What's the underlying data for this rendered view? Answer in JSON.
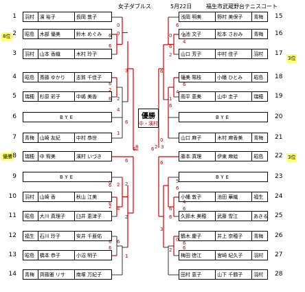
{
  "header": {
    "event": "女子ダブルス",
    "date": "5月22日",
    "venue": "福生市武蔵野台テニスコート"
  },
  "final_result": {
    "label": "優勝",
    "winner": "中・濱村"
  },
  "left_entries": [
    {
      "no": "1",
      "club": "羽村",
      "p1": "濱 裕子",
      "p2": "長岡 敦子"
    },
    {
      "no": "2",
      "club": "昭島",
      "p1": "木部 優美",
      "p2": "鈴木 めぐみ"
    },
    {
      "no": "3",
      "club": "羽村",
      "p1": "山本 香織",
      "p2": "木村 玲子"
    },
    {
      "no": "4",
      "club": "昭島",
      "p1": "斎藤 ゆかり",
      "p2": "志賀 千佳子"
    },
    {
      "no": "5",
      "club": "瑞穂",
      "p1": "杉原 彩子",
      "p2": "中嶋 美香"
    },
    {
      "no": "6",
      "club": "",
      "p1": "",
      "p2": "",
      "bye": "BYE"
    },
    {
      "no": "7",
      "club": "青梅",
      "p1": "山崎 友紀",
      "p2": "中村 恭世"
    },
    {
      "no": "8",
      "club": "瑞穂",
      "p1": "中 宥美",
      "p2": "濱村 いづき"
    },
    {
      "no": "9",
      "club": "",
      "p1": "",
      "p2": "",
      "bye": "BYE"
    },
    {
      "no": "10",
      "club": "羽村",
      "p1": "山崎 香",
      "p2": "秋山 江美"
    },
    {
      "no": "11",
      "club": "昭島",
      "p1": "大川 真理子",
      "p2": "臼井 恵津子"
    },
    {
      "no": "12",
      "club": "福生",
      "p1": "石川 玲子",
      "p2": "安井 千亜佑"
    },
    {
      "no": "13",
      "club": "昭島",
      "p1": "橋本 恭子",
      "p2": "小沼 明子"
    },
    {
      "no": "14",
      "club": "青梅",
      "p1": "齊藤雅 リサ",
      "p2": "南塚 万紀子"
    }
  ],
  "right_entries": [
    {
      "no": "15",
      "club": "青梅",
      "p1": "浅岡 明美",
      "p2": "野村 美保子"
    },
    {
      "no": "16",
      "club": "青梅",
      "p1": "小池 文子",
      "p2": "松本 さおみ"
    },
    {
      "no": "17",
      "club": "羽村",
      "p1": "山口 芳子",
      "p2": "中村 佳子"
    },
    {
      "no": "18",
      "club": "昭島",
      "p1": "篠美 陽枝",
      "p2": "小幡 ひとみ"
    },
    {
      "no": "19",
      "club": "瑞穂",
      "p1": "雨平 恵美",
      "p2": "山中 圭子"
    },
    {
      "no": "20",
      "club": "",
      "p1": "",
      "p2": "",
      "bye": "BYE"
    },
    {
      "no": "21",
      "club": "青梅",
      "p1": "山口 麻子",
      "p2": "木村 麻香美"
    },
    {
      "no": "22",
      "club": "昭島",
      "p1": "藤本 真理",
      "p2": "伊東 麻絵"
    },
    {
      "no": "23",
      "club": "",
      "p1": "",
      "p2": "",
      "bye": "BYE"
    },
    {
      "no": "24",
      "club": "福生",
      "p1": "小幡 敦子",
      "p2": "池田 華織"
    },
    {
      "no": "25",
      "club": "あきる野",
      "p1": "久節木 美穂",
      "p2": "武藤 雪江"
    },
    {
      "no": "26",
      "club": "青梅",
      "p1": "鶴木 慶子",
      "p2": "井上 奈穂子"
    },
    {
      "no": "27",
      "club": "羽村",
      "p1": "梅田 徳江",
      "p2": "宮崎 紀久子"
    },
    {
      "no": "28",
      "club": "羽村",
      "p1": "田村 恵子",
      "p2": "山下 千鶴子"
    }
  ],
  "seeds": [
    {
      "label": "8位"
    },
    {
      "label": "優勝"
    },
    {
      "label": "3位"
    },
    {
      "label": "3位"
    }
  ],
  "scores": [
    "0",
    "6",
    "6",
    "0",
    "3",
    "6",
    "2",
    "6",
    "2",
    "4",
    "1",
    "6",
    "6",
    "8",
    "6",
    "2",
    "3",
    "6",
    "0",
    "6",
    "6",
    "2",
    "2",
    "2",
    "4",
    "6",
    "6",
    "2",
    "6",
    "1",
    "6",
    "0",
    "6",
    "4",
    "6",
    "2",
    "6",
    "2",
    "6",
    "4",
    "1",
    "6",
    "0",
    "6",
    "5",
    "6",
    "4",
    "6",
    "6",
    "6",
    "0",
    "6",
    "6",
    "2",
    "3"
  ],
  "colors": {
    "winner_line": "#d10000",
    "line": "#000000",
    "seed_bg": "#ffff66"
  }
}
